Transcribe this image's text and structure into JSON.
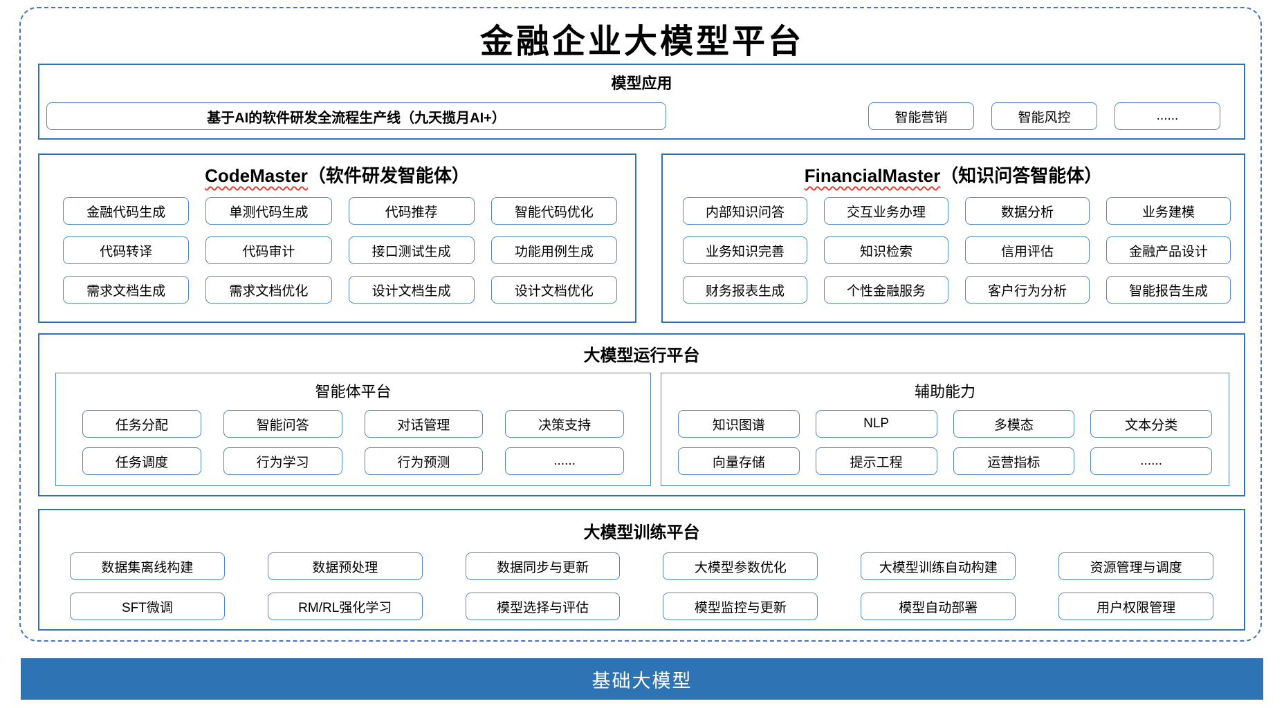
{
  "title": "金融企业大模型平台",
  "colors": {
    "section_border": "#2E74B5",
    "box_border": "#4E86C6",
    "dashed_border": "#4472C4",
    "bar_background": "#2E74B5",
    "spellcheck_underline": "#E0412F"
  },
  "model_app": {
    "heading": "模型应用",
    "pipeline_box": "基于AI的软件研发全流程生产线（九天揽月AI+）",
    "boxes": [
      "智能营销",
      "智能风控",
      "......"
    ]
  },
  "code_master": {
    "name": "CodeMaster",
    "subtitle": "（软件研发智能体）",
    "boxes": [
      "金融代码生成",
      "单测代码生成",
      "代码推荐",
      "智能代码优化",
      "代码转译",
      "代码审计",
      "接口测试生成",
      "功能用例生成",
      "需求文档生成",
      "需求文档优化",
      "设计文档生成",
      "设计文档优化"
    ]
  },
  "financial_master": {
    "name": "FinancialMaster",
    "subtitle": "（知识问答智能体）",
    "boxes": [
      "内部知识问答",
      "交互业务办理",
      "数据分析",
      "业务建模",
      "业务知识完善",
      "知识检索",
      "信用评估",
      "金融产品设计",
      "财务报表生成",
      "个性金融服务",
      "客户行为分析",
      "智能报告生成"
    ]
  },
  "runtime_platform": {
    "heading": "大模型运行平台",
    "agent_panel": {
      "label": "智能体平台",
      "boxes": [
        "任务分配",
        "智能问答",
        "对话管理",
        "决策支持",
        "任务调度",
        "行为学习",
        "行为预测",
        "......"
      ]
    },
    "auxiliary_panel": {
      "label": "辅助能力",
      "boxes": [
        "知识图谱",
        "NLP",
        "多模态",
        "文本分类",
        "向量存储",
        "提示工程",
        "运营指标",
        "......"
      ]
    }
  },
  "training_platform": {
    "heading": "大模型训练平台",
    "boxes": [
      "数据集离线构建",
      "数据预处理",
      "数据同步与更新",
      "大模型参数优化",
      "大模型训练自动构建",
      "资源管理与调度",
      "SFT微调",
      "RM/RL强化学习",
      "模型选择与评估",
      "模型监控与更新",
      "模型自动部署",
      "用户权限管理"
    ]
  },
  "foundation": {
    "label": "基础大模型"
  }
}
